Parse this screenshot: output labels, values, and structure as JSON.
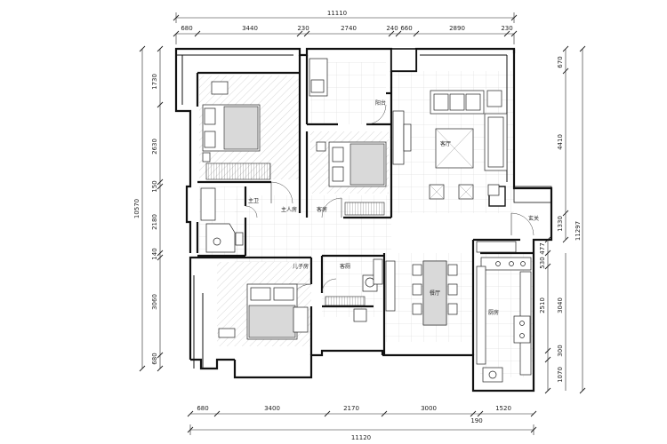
{
  "dimensions": {
    "top_total": "11110",
    "top_segments": [
      "680",
      "3440",
      "230",
      "2740",
      "240",
      "660",
      "2890",
      "230"
    ],
    "bottom_total": "11120",
    "bottom_segments": [
      "680",
      "3400",
      "2170",
      "3000",
      "190",
      "1520"
    ],
    "left_total": "10570",
    "left_segments": [
      "1730",
      "2630",
      "150",
      "2180",
      "140",
      "3060",
      "680"
    ],
    "right_total": "11297",
    "right_segments": [
      "670",
      "4410",
      "1330",
      "477",
      "530",
      "2510",
      "3040",
      "300",
      "1070"
    ]
  },
  "rooms": {
    "living_room": "客厅",
    "balcony": "阳台",
    "entrance": "玄关",
    "master_bath": "主卫",
    "master_bedroom": "主人房",
    "guest_room": "客房",
    "guest_bath": "客厕",
    "children_room": "儿子房",
    "dining_room": "餐厅",
    "kitchen": "厨房"
  }
}
